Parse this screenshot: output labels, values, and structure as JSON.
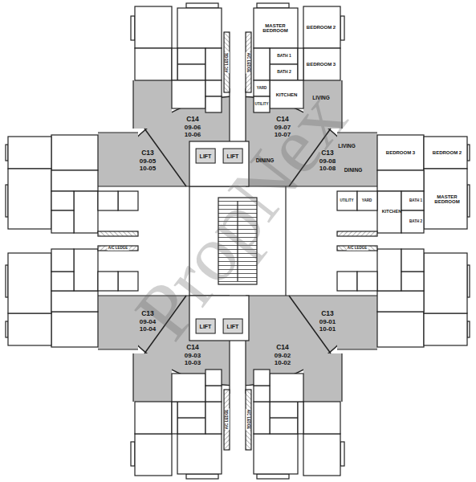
{
  "diagram": {
    "nodes": [
      {
        "text": [
          "C14",
          "09-06",
          "10-06"
        ]
      },
      {
        "text": [
          "C14",
          "09-07",
          "10-07"
        ]
      },
      {
        "text": [
          "C13",
          "09-05",
          "10-05"
        ]
      },
      {
        "text": [
          "C13",
          "09-08",
          "10-08"
        ]
      },
      {
        "text": [
          "LIFT"
        ]
      },
      {
        "text": [
          "LIFT"
        ]
      },
      {
        "text": [
          "LIFT"
        ]
      },
      {
        "text": [
          "LIFT"
        ]
      },
      {
        "text": [
          "C13",
          "09-04",
          "10-04"
        ]
      },
      {
        "text": [
          "C13",
          "09-01",
          "10-01"
        ]
      },
      {
        "text": [
          "C14",
          "09-03",
          "10-03"
        ]
      },
      {
        "text": [
          "C14",
          "09-02",
          "10-02"
        ]
      }
    ],
    "labels": [
      "MASTER BEDROOM",
      "BEDROOM 2",
      "BEDROOM 3",
      "BATH 1",
      "BATH 2",
      "KITCHEN",
      "YARD",
      "UTILITY",
      "LIVING",
      "DINING",
      "LIVING",
      "DINING",
      "BEDROOM 3",
      "BEDROOM 2",
      "MASTER BEDROOM",
      "UTILITY",
      "YARD",
      "KITCHEN",
      "BATH 1",
      "BATH 2",
      "A/C LEDGE",
      "A/C LEDGE",
      "A/C LEDGE",
      "A/C LEDGE",
      "A/C LEDGE",
      "A/C LEDGE",
      "PropNex"
    ]
  }
}
